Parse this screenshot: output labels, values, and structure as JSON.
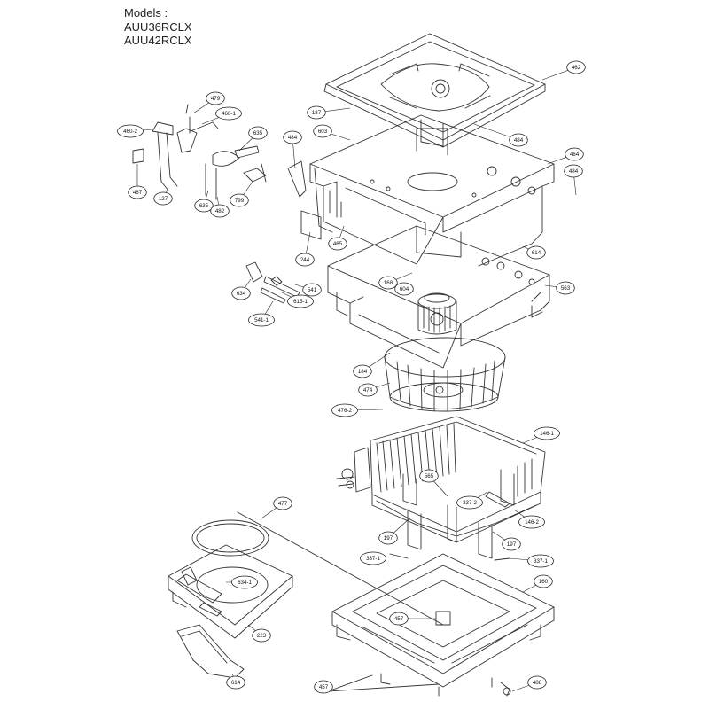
{
  "header": {
    "lines": [
      "Models :",
      "AUU36RCLX",
      "AUU42RCLX"
    ]
  },
  "parts": [
    {
      "id": "462"
    },
    {
      "id": "187"
    },
    {
      "id": "603"
    },
    {
      "id": "484a",
      "label": "484"
    },
    {
      "id": "484b",
      "label": "484"
    },
    {
      "id": "484c",
      "label": "484"
    },
    {
      "id": "464"
    },
    {
      "id": "465"
    },
    {
      "id": "244"
    },
    {
      "id": "614"
    },
    {
      "id": "563"
    },
    {
      "id": "168"
    },
    {
      "id": "604"
    },
    {
      "id": "541"
    },
    {
      "id": "634"
    },
    {
      "id": "615-1"
    },
    {
      "id": "541-1"
    },
    {
      "id": "184"
    },
    {
      "id": "474"
    },
    {
      "id": "476-2"
    },
    {
      "id": "146-1"
    },
    {
      "id": "565"
    },
    {
      "id": "337-2"
    },
    {
      "id": "146-2"
    },
    {
      "id": "197a",
      "label": "197"
    },
    {
      "id": "197b",
      "label": "197"
    },
    {
      "id": "337-1a",
      "label": "337-1"
    },
    {
      "id": "337-1b",
      "label": "337-1"
    },
    {
      "id": "160"
    },
    {
      "id": "477"
    },
    {
      "id": "634-1"
    },
    {
      "id": "223"
    },
    {
      "id": "457a",
      "label": "457"
    },
    {
      "id": "457b",
      "label": "457"
    },
    {
      "id": "614b",
      "label": "614"
    },
    {
      "id": "488"
    },
    {
      "id": "479"
    },
    {
      "id": "460-1"
    },
    {
      "id": "460-2"
    },
    {
      "id": "635a",
      "label": "635"
    },
    {
      "id": "635b",
      "label": "635"
    },
    {
      "id": "467"
    },
    {
      "id": "127"
    },
    {
      "id": "482"
    },
    {
      "id": "799"
    }
  ]
}
